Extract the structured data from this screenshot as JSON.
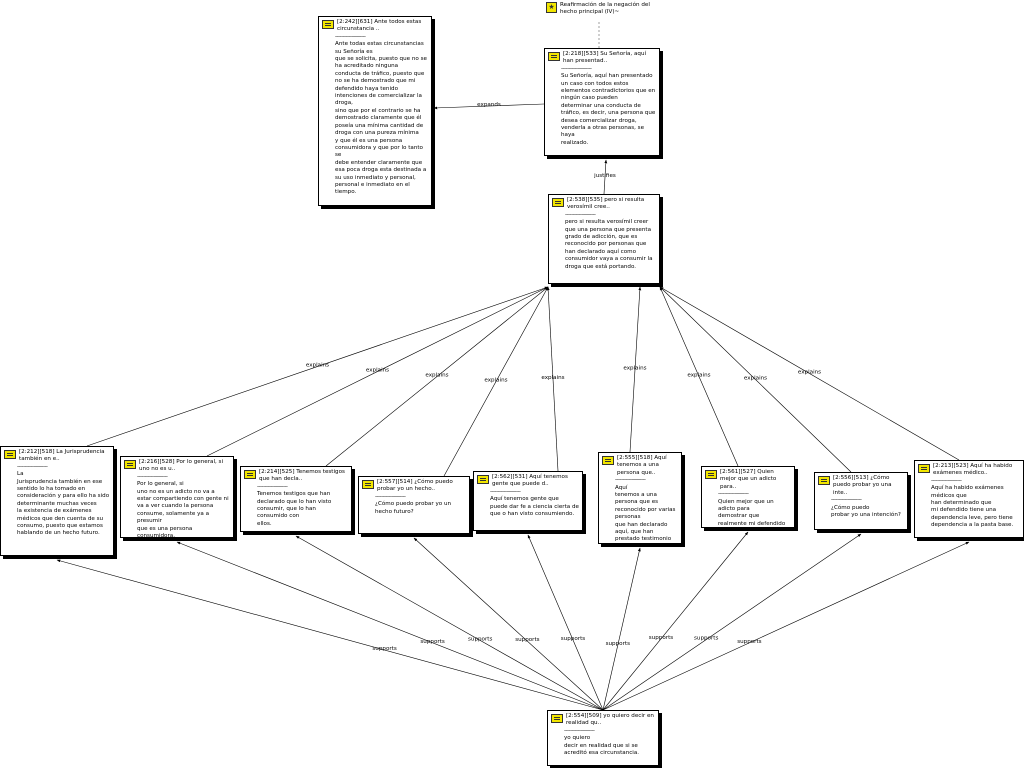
{
  "root_code": {
    "label": "Reafirmación de la negación del hecho principal (IV)~",
    "icon": "code-star-icon"
  },
  "nodes": [
    {
      "id": "n242",
      "title": "[2:242][631] Ante todos estas circunstancia ..",
      "sep": "--------------------",
      "body": "Ante todas estas circunstancias su Señoría es\nque se solicita, puesto que no se ha acreditado ninguna\nconducta de tráfico, puesto que no se ha demostrado que mi\ndefendido haya tenido intenciones de comercializar la droga,\nsino que por el contrario se ha demostrado claramente que él\nposeía una mínima cantidad de droga con una pureza mínima\ny que él es una persona consumidora y que por lo tanto se\ndebe entender claramente que esa poca droga esta destinada a\nsu uso inmediato y personal, personal e inmediato en el\ntiempo."
    },
    {
      "id": "n218",
      "title": "[2:218][533] Su Señoría, aquí han presentad..",
      "sep": "--------------------",
      "body": "Su Señoría, aquí han presentado un caso con todos estos\nelementos contradictorios que en ningún caso pueden\ndeterminar una conducta de tráfico, es decir, una persona que\ndesea comercializar droga, venderla a otras personas, se haya\nrealizado."
    },
    {
      "id": "n538",
      "title": "[2:538][535] pero si resulta verosímil cree..",
      "sep": "--------------------",
      "body": "pero si resulta verosímil creer\nque una persona que presenta grado de adicción, que es\nreconocido por personas que han declarado aquí como\nconsumidor vaya a consumir la droga que está portando."
    },
    {
      "id": "n212",
      "title": "[2:212][518] La Jurisprudencia también en e..",
      "sep": "--------------------",
      "body": "La\nJurisprudencia también en ese sentido lo ha tomado en\nconsideración y para ello ha sido determinante muchas veces\nla existencia de exámenes médicos que den cuenta de su\nconsumo, puesto que estamos hablando de un hecho futuro."
    },
    {
      "id": "n216",
      "title": "[2:216][528] Por lo general, si uno no es u..",
      "sep": "--------------------",
      "body": "Por lo general, si\nuno no es un adicto no va a estar compartiendo con gente ni\nva a ver cuando la persona consume, solamente ya a presumir\nque es una persona consumidora."
    },
    {
      "id": "n214",
      "title": "[2:214][525] Tenemos testigos que han decla..",
      "sep": "--------------------",
      "body": "Tenemos testigos que han\ndeclarado que lo han visto consumir, que lo han consumido con\nellos."
    },
    {
      "id": "n557",
      "title": "[2:557][514] ¿Cómo puedo probar yo un hecho..",
      "sep": "--------------------",
      "body": "¿Cómo puedo probar yo un hecho futuro?"
    },
    {
      "id": "n562",
      "title": "[2:562][531] Aquí tenemos gente que puede d..",
      "sep": "--------------------",
      "body": "Aquí tenemos gente que\npuede dar fe a ciencia cierta de que o han visto consumiendo."
    },
    {
      "id": "n555",
      "title": "[2:555][518] Aquí tenemos a una persona que..",
      "sep": "--------------------",
      "body": "Aquí\ntenemos a una persona que es reconocido por varias personas\nque han declarado aquí, que han prestado testimonio en el\nestrado que es una persona consumidora."
    },
    {
      "id": "n561",
      "title": "[2:561][527] Quien mejor que un adicto para..",
      "sep": "--------------------",
      "body": "Quien mejor que un adicto para\ndemostrar que\nrealmente mi defendido es otro adicto más."
    },
    {
      "id": "n556",
      "title": "[2:556][513] ¿Cómo puedo probar yo una inte..",
      "sep": "--------------------",
      "body": "¿Cómo puedo\nprobar yo una intención?"
    },
    {
      "id": "n213",
      "title": "[2:213][523] Aquí ha habido exámenes médico..",
      "sep": "--------------------",
      "body": "Aquí ha habido exámenes médicos que\nhan determinado que\nmi defendido tiene una dependencia leve, pero tiene\ndependencia a la pasta base."
    },
    {
      "id": "n554",
      "title": "[2:554][509] yo quiero decir en realidad qu..",
      "sep": "--------------------",
      "body": "yo quiero\ndecir en realidad que si se acreditó esa circunstancia."
    }
  ],
  "edges": [
    {
      "from": "n218",
      "to": "n242",
      "label": "expands"
    },
    {
      "from": "n538",
      "to": "n218",
      "label": "justifies"
    },
    {
      "from": "n212",
      "to": "n538",
      "label": "explains"
    },
    {
      "from": "n216",
      "to": "n538",
      "label": "explains"
    },
    {
      "from": "n214",
      "to": "n538",
      "label": "explains"
    },
    {
      "from": "n557",
      "to": "n538",
      "label": "explains"
    },
    {
      "from": "n562",
      "to": "n538",
      "label": "explains"
    },
    {
      "from": "n555",
      "to": "n538",
      "label": "explains"
    },
    {
      "from": "n561",
      "to": "n538",
      "label": "explains"
    },
    {
      "from": "n556",
      "to": "n538",
      "label": "explains"
    },
    {
      "from": "n213",
      "to": "n538",
      "label": "explains"
    },
    {
      "from": "n554",
      "to": "n212",
      "label": "supports"
    },
    {
      "from": "n554",
      "to": "n216",
      "label": "supports"
    },
    {
      "from": "n554",
      "to": "n214",
      "label": "supports"
    },
    {
      "from": "n554",
      "to": "n557",
      "label": "supports"
    },
    {
      "from": "n554",
      "to": "n562",
      "label": "supports"
    },
    {
      "from": "n554",
      "to": "n555",
      "label": "supports"
    },
    {
      "from": "n554",
      "to": "n561",
      "label": "supports"
    },
    {
      "from": "n554",
      "to": "n556",
      "label": "supports"
    },
    {
      "from": "n554",
      "to": "n213",
      "label": "supports"
    }
  ]
}
